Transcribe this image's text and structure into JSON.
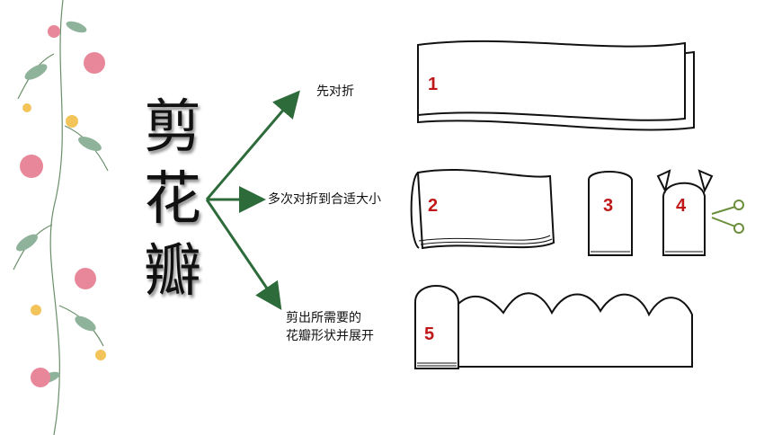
{
  "title": [
    "剪",
    "花",
    "瓣"
  ],
  "steps": [
    {
      "label": "先对折"
    },
    {
      "label": "多次对折到合适大小"
    },
    {
      "label_lines": [
        "剪出所需要的",
        "花瓣形状并展开"
      ]
    }
  ],
  "panel_numbers": [
    "1",
    "2",
    "3",
    "4",
    "5"
  ],
  "colors": {
    "arrow": "#2e6b3a",
    "number": "#c01818"
  },
  "decor_icons": [
    "floral-border",
    "scissors-icon"
  ]
}
